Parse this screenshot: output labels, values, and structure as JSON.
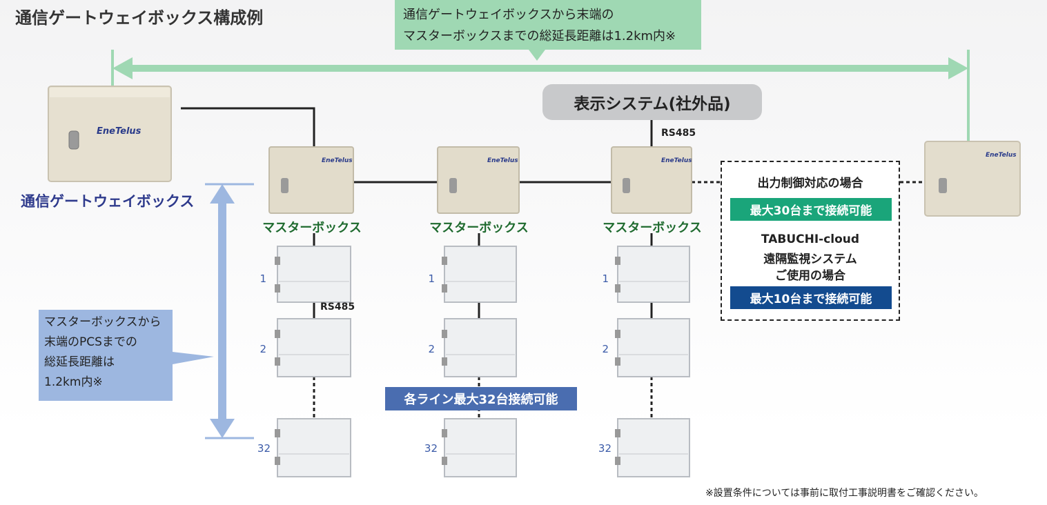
{
  "title": "通信ゲートウェイボックス構成例",
  "top_callout": {
    "line1": "通信ゲートウェイボックスから末端の",
    "line2": "マスターボックスまでの総延長距離は1.2km内※"
  },
  "gateway_label": "通信ゲートウェイボックス",
  "brand": "EneTelus",
  "display_system": "表示システム(社外品)",
  "rs485": "RS485",
  "master_box_label": "マスターボックス",
  "pcs_numbers": [
    "1",
    "2",
    "32"
  ],
  "dashed_box": {
    "title1": "出力制御対応の場合",
    "badge1": "最大30台まで接続可能",
    "title2_line1": "TABUCHI-cloud",
    "title2_line2": "遠隔監視システム",
    "title2_line3": "ご使用の場合",
    "badge2": "最大10台まで接続可能"
  },
  "left_callout": {
    "line1": "マスターボックスから",
    "line2": "末端のPCSまでの",
    "line3": "総延長距離は",
    "line4": "1.2km内※"
  },
  "ribbon": "各ライン最大32台接続可能",
  "footnote": "※設置条件については事前に取付工事説明書をご確認ください。",
  "colors": {
    "green_arrow": "#9fd8b3",
    "blue_arrow": "#9db7e0",
    "badge_green": "#1aa57a",
    "badge_blue": "#134b8f",
    "ribbon_blue": "#4a6db0",
    "master_label_green": "#1e6a2e",
    "gateway_label_navy": "#2e3a8c"
  }
}
